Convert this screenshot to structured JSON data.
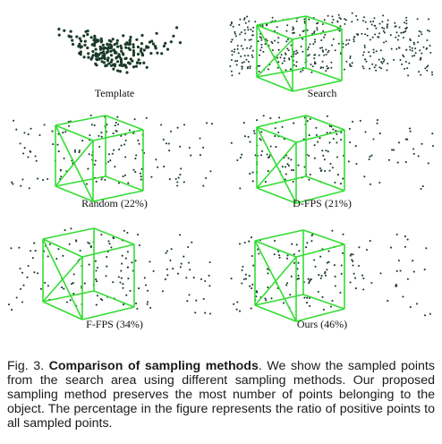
{
  "figure": {
    "panels": [
      {
        "id": "template",
        "label": "Template",
        "has_box": false,
        "density": "dense"
      },
      {
        "id": "search",
        "label": "Search",
        "has_box": true,
        "density": "dense"
      },
      {
        "id": "random",
        "label": "Random (22%)",
        "has_box": true,
        "density": "sparse"
      },
      {
        "id": "dfps",
        "label": "D-FPS (21%)",
        "has_box": true,
        "density": "sparse"
      },
      {
        "id": "ffps",
        "label": "F-FPS (34%)",
        "has_box": true,
        "density": "sparse"
      },
      {
        "id": "ours",
        "label": "Ours (46%)",
        "has_box": true,
        "density": "sparse"
      }
    ],
    "colors": {
      "box": "#33dd33",
      "points": "#1a3a2a"
    }
  },
  "caption": {
    "prefix": "Fig. 3.",
    "title": "Comparison of sampling methods",
    "body": ". We show the sampled points from the search area using different sampling methods. Our proposed sampling method preserves the most number of points belonging to the object. The percentage in the figure represents the ratio of positive points to all sampled points."
  }
}
